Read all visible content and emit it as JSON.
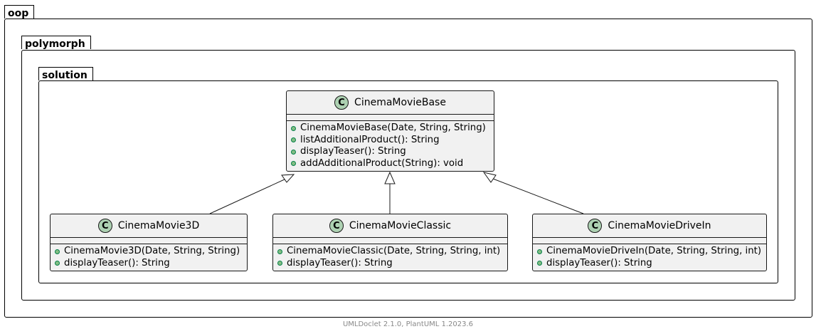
{
  "packages": [
    {
      "name": "oop"
    },
    {
      "name": "polymorph"
    },
    {
      "name": "solution"
    }
  ],
  "classes": {
    "base": {
      "stereotype": "C",
      "name": "CinemaMovieBase",
      "operations": [
        "CinemaMovieBase(Date, String, String)",
        "listAdditionalProduct(): String",
        "displayTeaser(): String",
        "addAdditionalProduct(String): void"
      ]
    },
    "movie3d": {
      "stereotype": "C",
      "name": "CinemaMovie3D",
      "operations": [
        "CinemaMovie3D(Date, String, String)",
        "displayTeaser(): String"
      ]
    },
    "classic": {
      "stereotype": "C",
      "name": "CinemaMovieClassic",
      "operations": [
        "CinemaMovieClassic(Date, String, String, int)",
        "displayTeaser(): String"
      ]
    },
    "drivein": {
      "stereotype": "C",
      "name": "CinemaMovieDriveIn",
      "operations": [
        "CinemaMovieDriveIn(Date, String, String, int)",
        "displayTeaser(): String"
      ]
    }
  },
  "colors": {
    "class_fill": "#f1f1f1",
    "class_border": "#181818",
    "stereotype_circle": "#add1b2",
    "public_marker": "#84be84",
    "footer_text": "#888888"
  },
  "footer": "UMLDoclet 2.1.0, PlantUML 1.2023.6"
}
